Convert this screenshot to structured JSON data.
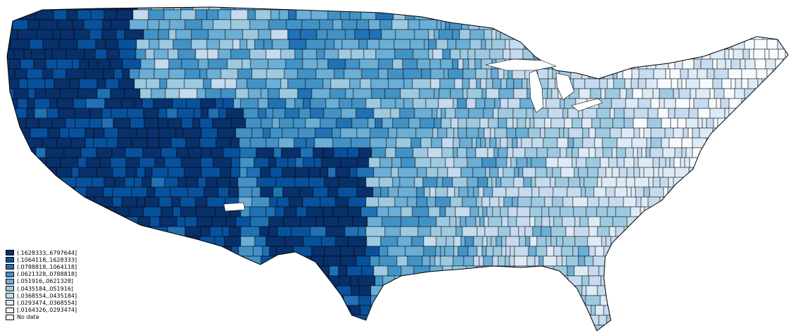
{
  "map": {
    "legend": {
      "entries": [
        {
          "label": "(.1628333,.6797644]",
          "color": "#08306b"
        },
        {
          "label": "(.1064118,.1628333]",
          "color": "#08519c"
        },
        {
          "label": "(.0788818,.1064118]",
          "color": "#2171b5"
        },
        {
          "label": "(.0621328,.0788818]",
          "color": "#4292c6"
        },
        {
          "label": "(.051916,.0621328]",
          "color": "#6baed6"
        },
        {
          "label": "(.0435184,.051916]",
          "color": "#9ecae1"
        },
        {
          "label": "(.0368554,.0435184]",
          "color": "#c6dbef"
        },
        {
          "label": "(.0293474,.0368554]",
          "color": "#deebf7"
        },
        {
          "label": "[.0164326,.0293474]",
          "color": "#f7fbff"
        },
        {
          "label": "No data",
          "color": "#ffffff"
        }
      ]
    },
    "colors": {
      "border": "#000000",
      "background": "#ffffff"
    }
  }
}
